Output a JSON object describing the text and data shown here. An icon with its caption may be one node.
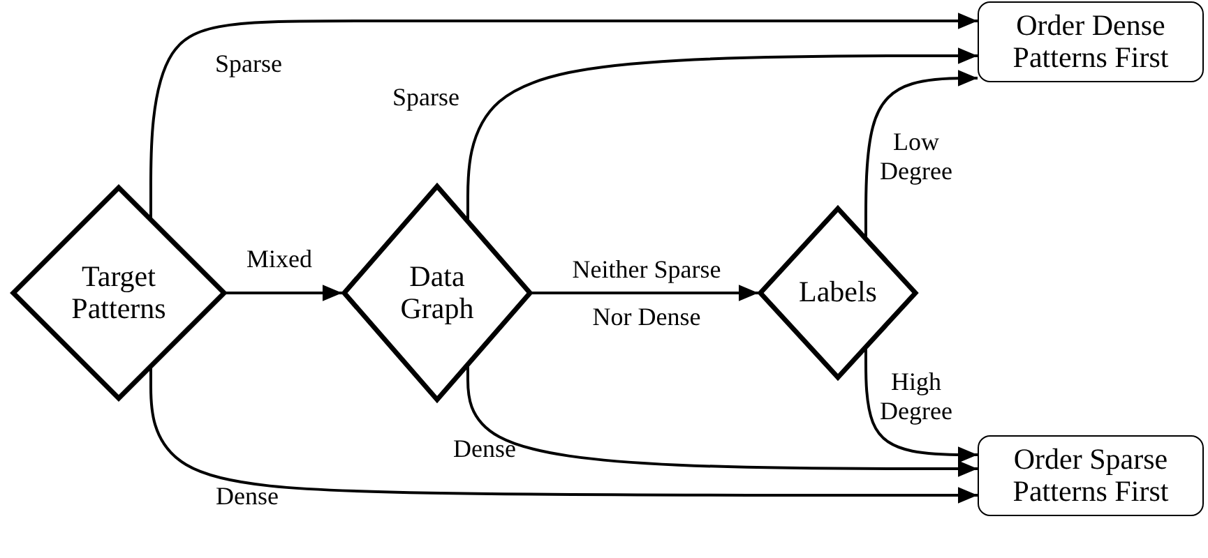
{
  "diagram": {
    "nodes": [
      {
        "text": [
          "Target Patterns"
        ]
      },
      {
        "text": [
          "Data Graph"
        ]
      },
      {
        "text": [
          "Labels"
        ]
      },
      {
        "text": [
          "Order Dense Patterns First"
        ]
      },
      {
        "text": [
          "Order Sparse Patterns First"
        ]
      }
    ],
    "edges": [
      {
        "from": 0,
        "to": 1,
        "arrow": "to",
        "label": "Mixed"
      },
      {
        "from": 1,
        "to": 2,
        "arrow": "to",
        "label": "Neither Sparse Nor Dense"
      },
      {
        "from": 0,
        "to": 3,
        "arrow": "to",
        "label": "Sparse"
      },
      {
        "from": 1,
        "to": 3,
        "arrow": "to",
        "label": "Sparse"
      },
      {
        "from": 2,
        "to": 3,
        "arrow": "to",
        "label": "Low Degree"
      },
      {
        "from": 0,
        "to": 4,
        "arrow": "to",
        "label": "Dense"
      },
      {
        "from": 1,
        "to": 4,
        "arrow": "to",
        "label": "Dense"
      },
      {
        "from": 2,
        "to": 4,
        "arrow": "to",
        "label": "High Degree"
      }
    ]
  }
}
